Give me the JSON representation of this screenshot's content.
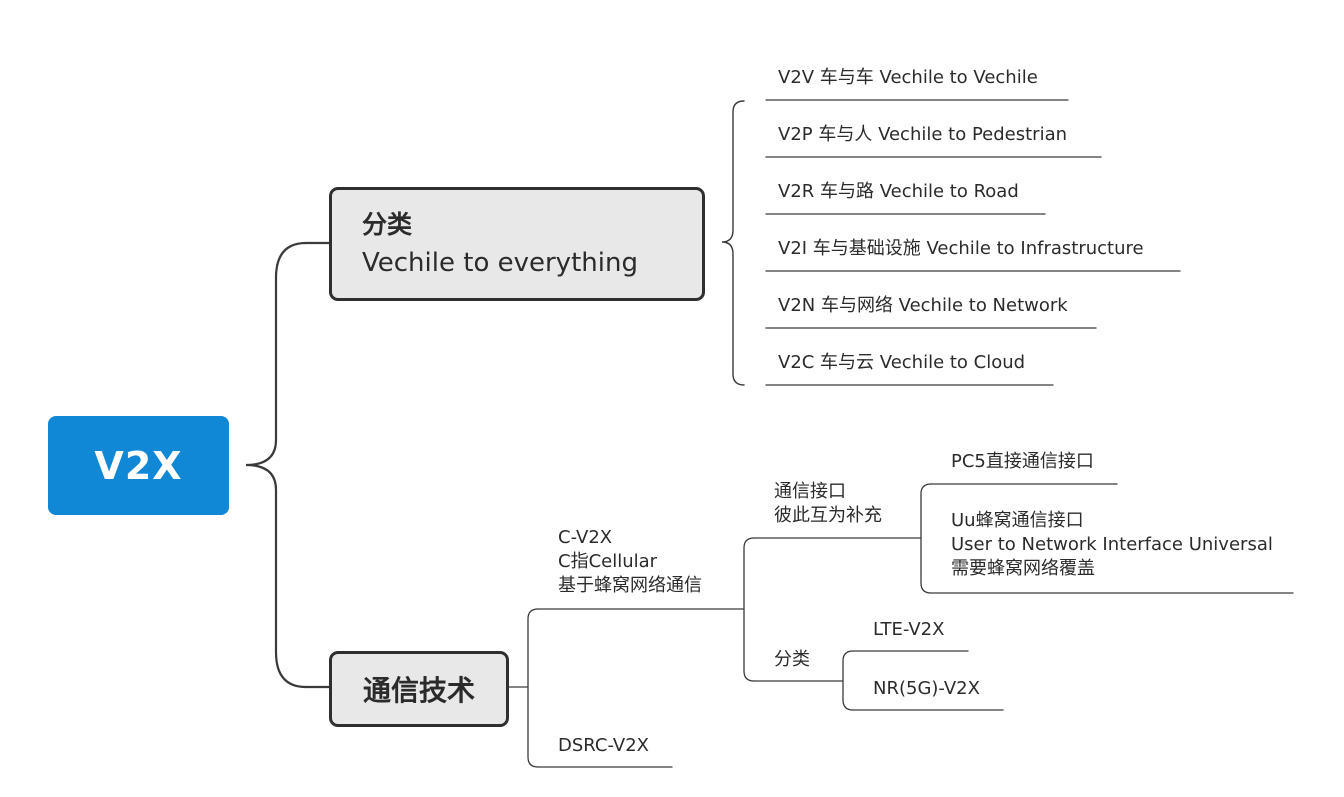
{
  "root": {
    "label": "V2X"
  },
  "category": {
    "title": "分类",
    "subtitle": "Vechile to everything",
    "items": [
      "V2V 车与车 Vechile to Vechile",
      "V2P 车与人  Vechile to Pedestrian",
      "V2R 车与路 Vechile to Road",
      "V2I 车与基础设施  Vechile to Infrastructure",
      "V2N 车与网络 Vechile to Network",
      "V2C 车与云 Vechile to Cloud"
    ]
  },
  "tech": {
    "title": "通信技术",
    "cv2x": {
      "lines": [
        "C-V2X",
        "C指Cellular",
        "基于蜂窝网络通信"
      ],
      "interface": {
        "lines": [
          "通信接口",
          "彼此互为补充"
        ],
        "pc5": "PC5直接通信接口",
        "uu": [
          "Uu蜂窝通信接口",
          "User to Network Interface Universal",
          "需要蜂窝网络覆盖"
        ]
      },
      "classes": {
        "label": "分类",
        "lte": "LTE-V2X",
        "nr": "NR(5G)-V2X"
      }
    },
    "dsrc": "DSRC-V2X"
  },
  "colors": {
    "root_bg": "#1188d6",
    "box_bg": "#e8e8e8",
    "line": "#3a3a3a"
  }
}
